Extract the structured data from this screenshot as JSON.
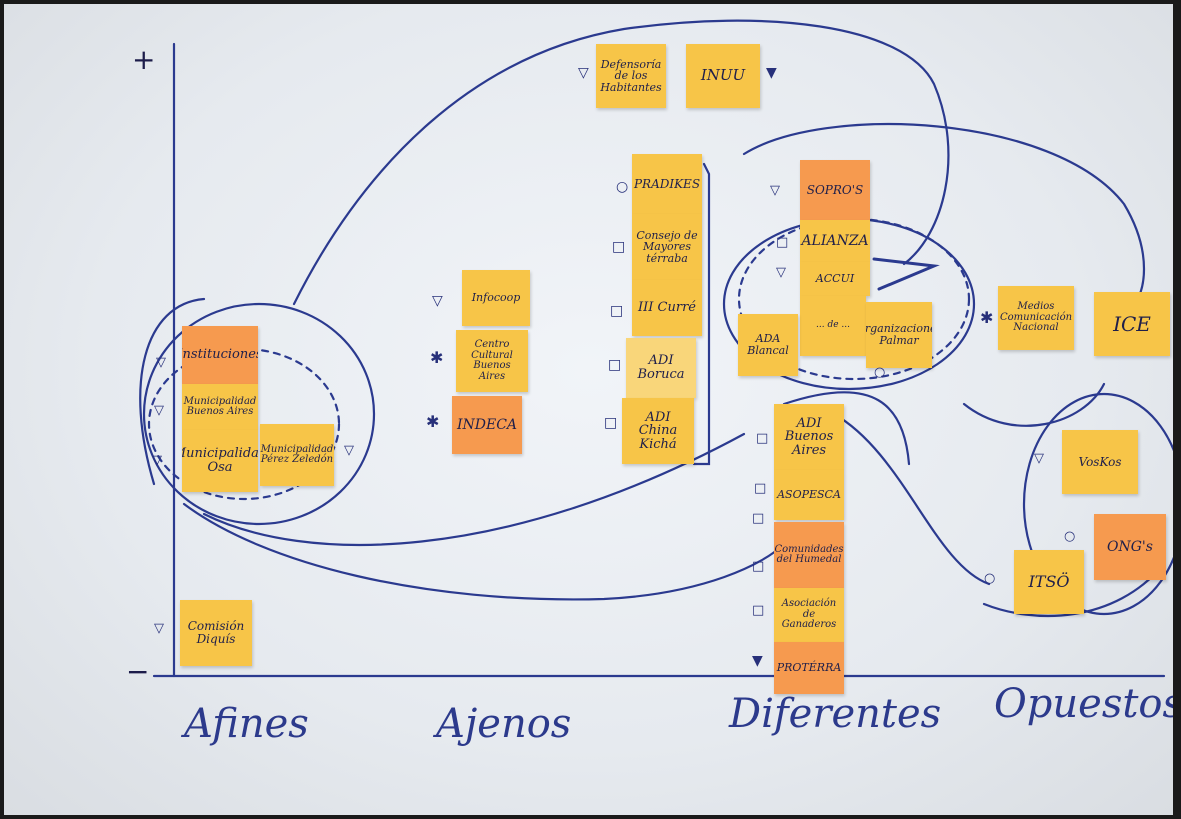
{
  "axis": {
    "top_mark": "+",
    "bottom_mark": "−",
    "categories": [
      "Afines",
      "Ajenos",
      "Diferentes",
      "Opuestos"
    ]
  },
  "notes": {
    "defensoria": "Defensoría de los Habitantes",
    "inuu": "INUU",
    "pradikes": "PRADIKES",
    "consejo": "Consejo de Mayores térraba",
    "iii_curre": "III Curré",
    "adi_boruca": "ADI Boruca",
    "adi_china_kicha": "ADI China Kichá",
    "sopros": "SOPRO'S",
    "alianza": "ALIANZA",
    "accui": "ACCUI",
    "palmar_left": "... de ...",
    "organizaciones_palmar": "Organizaciones Palmar",
    "ada_blancal": "ADA Blancal",
    "medios": "Medios Comunicación Nacional",
    "ice": "ICE",
    "instituciones": "Instituciones",
    "municipalidad_buenos_aires": "Municipalidad Buenos Aires",
    "municipalidad_osa": "Municipalidad Osa",
    "municipalidad_perez_zeledon": "Municipalidad Pérez Zeledón",
    "comision_diquis": "Comisión Diquís",
    "infocoop": "Infocoop",
    "centro_cultural": "Centro Cultural Buenos Aires",
    "indeca": "INDECA",
    "adi_buenos_aires": "ADI Buenos Aires",
    "asopesca": "ASOPESCA",
    "comunidades_humedal": "Comunidades del Humedal",
    "asociacion_ganaderos": "Asociación de Ganaderos",
    "proterra": "PROTÉRRA",
    "voslos": "VosKos",
    "itso": "ITSÖ",
    "ongs": "ONG's"
  },
  "symbols": {
    "triangle": "▽",
    "filled_triangle": "▼",
    "square": "□",
    "circle": "○",
    "asterisk": "✱"
  },
  "colors": {
    "ink": "#2b3a8f",
    "yellow_note": "#f7c548",
    "orange_note": "#f69a4f",
    "paper": "#eef1f5"
  }
}
